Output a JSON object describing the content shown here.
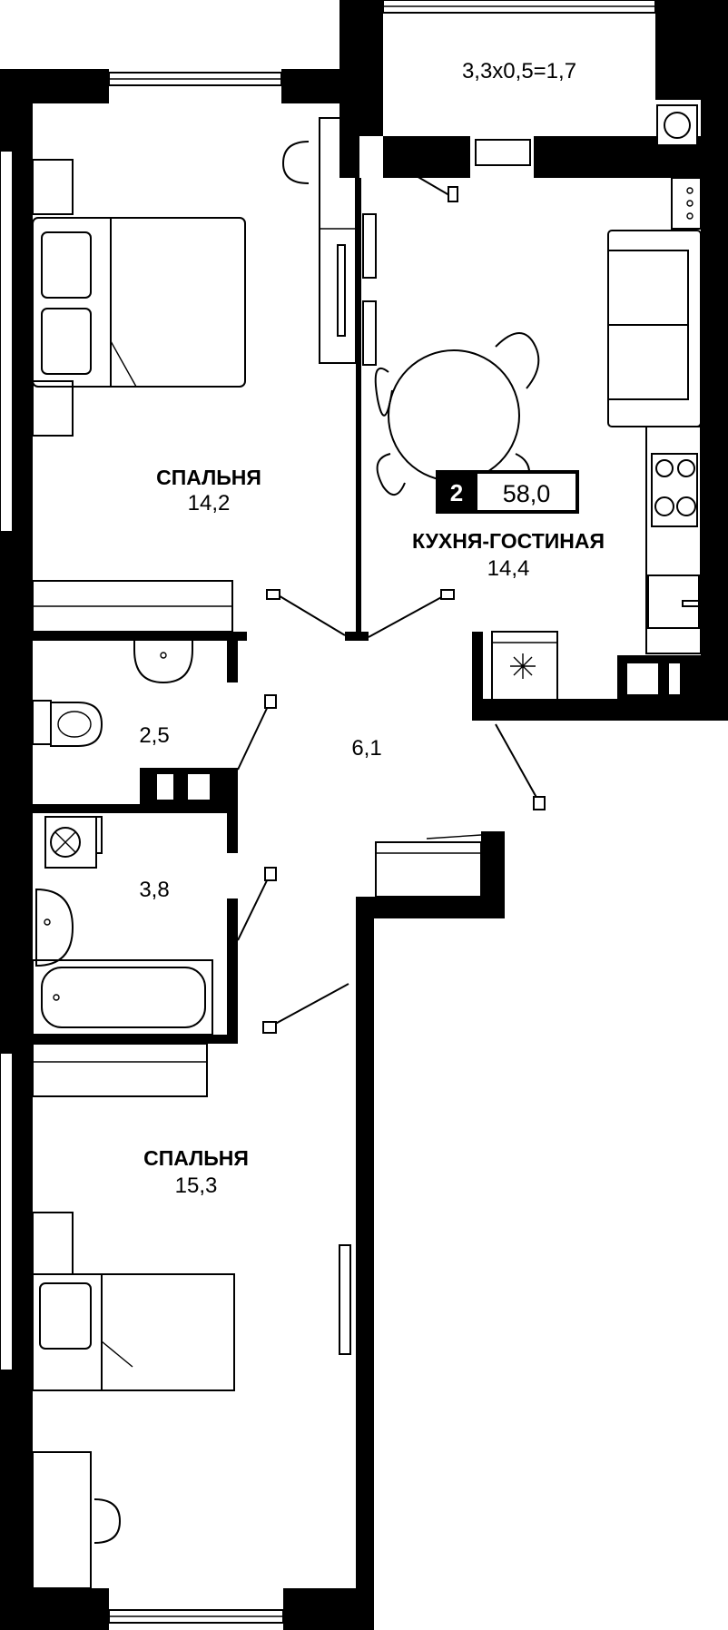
{
  "badge": {
    "rooms": "2",
    "total_area": "58,0"
  },
  "balcony": {
    "label": "3,3х0,5=1,7"
  },
  "rooms": {
    "bedroom_top": {
      "name": "СПАЛЬНЯ",
      "area": "14,2"
    },
    "kitchen_living": {
      "name": "КУХНЯ-ГОСТИНАЯ",
      "area": "14,4"
    },
    "wc": {
      "area": "2,5"
    },
    "hallway": {
      "area": "6,1"
    },
    "bathroom": {
      "area": "3,8"
    },
    "bedroom_bottom": {
      "name": "СПАЛЬНЯ",
      "area": "15,3"
    }
  },
  "colors": {
    "wall": "#000000",
    "background": "#ffffff",
    "badge_dark": "#000000"
  }
}
